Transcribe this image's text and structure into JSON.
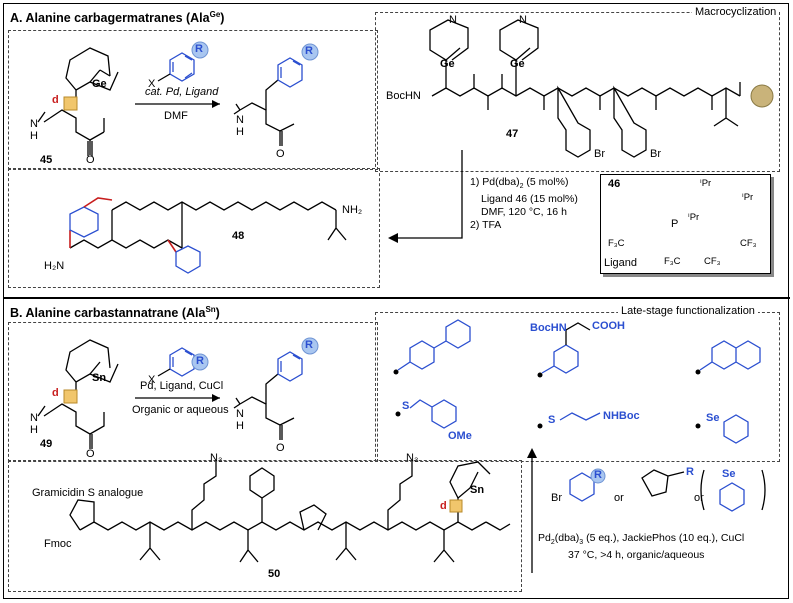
{
  "panels": {
    "a_title": "A. Alanine carbagermatranes (Ala",
    "a_title_sup": "Ge",
    "a_title_end": ")",
    "b_title": "B. Alanine carbastannatrane (Ala",
    "b_title_sup": "Sn",
    "b_title_end": ")"
  },
  "labels": {
    "macrocyclization": "Macrocyclization",
    "late_stage": "Late-stage functionalization",
    "gramicidin": "Gramicidin S analogue",
    "ligand": "Ligand",
    "or1": "or",
    "or2": "or"
  },
  "compounds": {
    "c45": "45",
    "c47": "47",
    "c48": "48",
    "c49": "49",
    "c50": "50",
    "c46": "46"
  },
  "atoms": {
    "ge": "Ge",
    "sn1": "Sn",
    "sn2": "Sn",
    "d1": "d",
    "d2": "d",
    "d3": "d",
    "x1": "X",
    "x2": "X",
    "r1": "R",
    "r2": "R",
    "r3": "R",
    "r4": "R",
    "r5": "R",
    "r6": "R",
    "bochn": "BocHN",
    "bochn2": "BocHN",
    "cooh": "COOH",
    "nhboc": "NHBoc",
    "ome": "OMe",
    "s1": "S",
    "s2": "S",
    "se": "Se",
    "se2": "Se",
    "br1": "Br",
    "br2": "Br",
    "br3": "Br",
    "fmoc": "Fmoc",
    "nh2": "NH₂",
    "h2n": "H₂N",
    "n3a": "N₃",
    "n3b": "N₃",
    "ipr1": "ⁱPr",
    "ipr2": "ⁱPr",
    "ipr3": "ⁱPr",
    "p": "P",
    "cf3a": "F₃C",
    "cf3b": "CF₃",
    "cf3c": "F₃C",
    "cf3d": "CF₃"
  },
  "conditions": {
    "a_above": "cat. Pd, Ligand",
    "a_below": "DMF",
    "b_above": "Pd, Ligand, CuCl",
    "b_below": "Organic or aqueous",
    "macro_1": "1) Pd(dba)",
    "macro_1_sub": "2",
    "macro_1_end": " (5 mol%)",
    "macro_2": "Ligand 46 (15 mol%)",
    "macro_3": "DMF, 120 °C, 16 h",
    "macro_4": "2) TFA",
    "late_1": "Pd",
    "late_1_sub1": "2",
    "late_1_mid": "(dba)",
    "late_1_sub2": "3",
    "late_1_end": " (5 eq.), JackiePhos (10 eq.), CuCl",
    "late_2": "37 °C, >4 h, organic/aqueous"
  },
  "colors": {
    "blue": "#2b4fd0",
    "red": "#c81e1e",
    "bead": "#c9b37a",
    "r_highlight": "#a9c6f0",
    "d_highlight": "#f1c66c"
  }
}
